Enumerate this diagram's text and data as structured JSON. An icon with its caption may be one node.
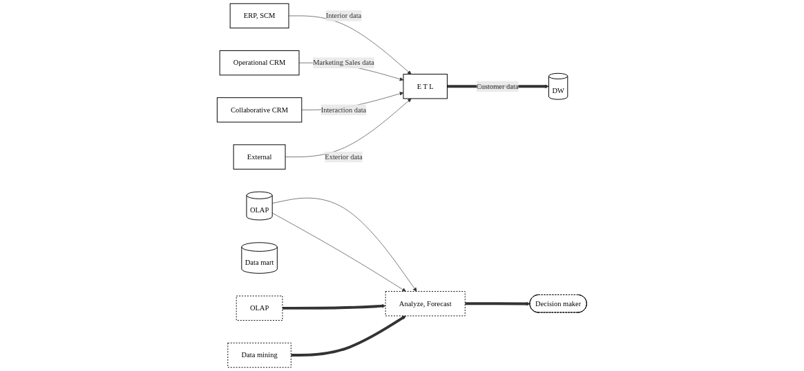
{
  "diagram": {
    "nodes": [
      {
        "text": [
          "ERP, SCM"
        ]
      },
      {
        "text": [
          "Operational CRM"
        ]
      },
      {
        "text": [
          "Collaborative CRM"
        ]
      },
      {
        "text": [
          "External"
        ]
      },
      {
        "text": [
          "E T L"
        ]
      },
      {
        "text": [
          "DW"
        ]
      },
      {
        "text": [
          "OLAP"
        ]
      },
      {
        "text": [
          "Data mart"
        ]
      },
      {
        "text": [
          "OLAP"
        ]
      },
      {
        "text": [
          "Data mining"
        ]
      },
      {
        "text": [
          "Analyze, Forecast"
        ]
      },
      {
        "text": [
          "Decision maker"
        ]
      }
    ],
    "edges": [
      {
        "from": 0,
        "to": 4,
        "arrow": "to",
        "label": "Interior data"
      },
      {
        "from": 1,
        "to": 4,
        "arrow": "to",
        "label": "Marketing Sales data"
      },
      {
        "from": 2,
        "to": 4,
        "arrow": "to",
        "label": "Interaction data"
      },
      {
        "from": 3,
        "to": 4,
        "arrow": "to",
        "label": "Exterior data"
      },
      {
        "from": 4,
        "to": 5,
        "arrow": "to",
        "label": "Customer data",
        "style": "thick"
      },
      {
        "from": 6,
        "to": 10,
        "arrow": "to"
      },
      {
        "from": 6,
        "to": 10,
        "arrow": "to"
      },
      {
        "from": 8,
        "to": 10,
        "arrow": "to",
        "style": "thick"
      },
      {
        "from": 9,
        "to": 10,
        "arrow": "to",
        "style": "thick"
      },
      {
        "from": 10,
        "to": 11,
        "arrow": "to",
        "style": "thick"
      }
    ]
  }
}
